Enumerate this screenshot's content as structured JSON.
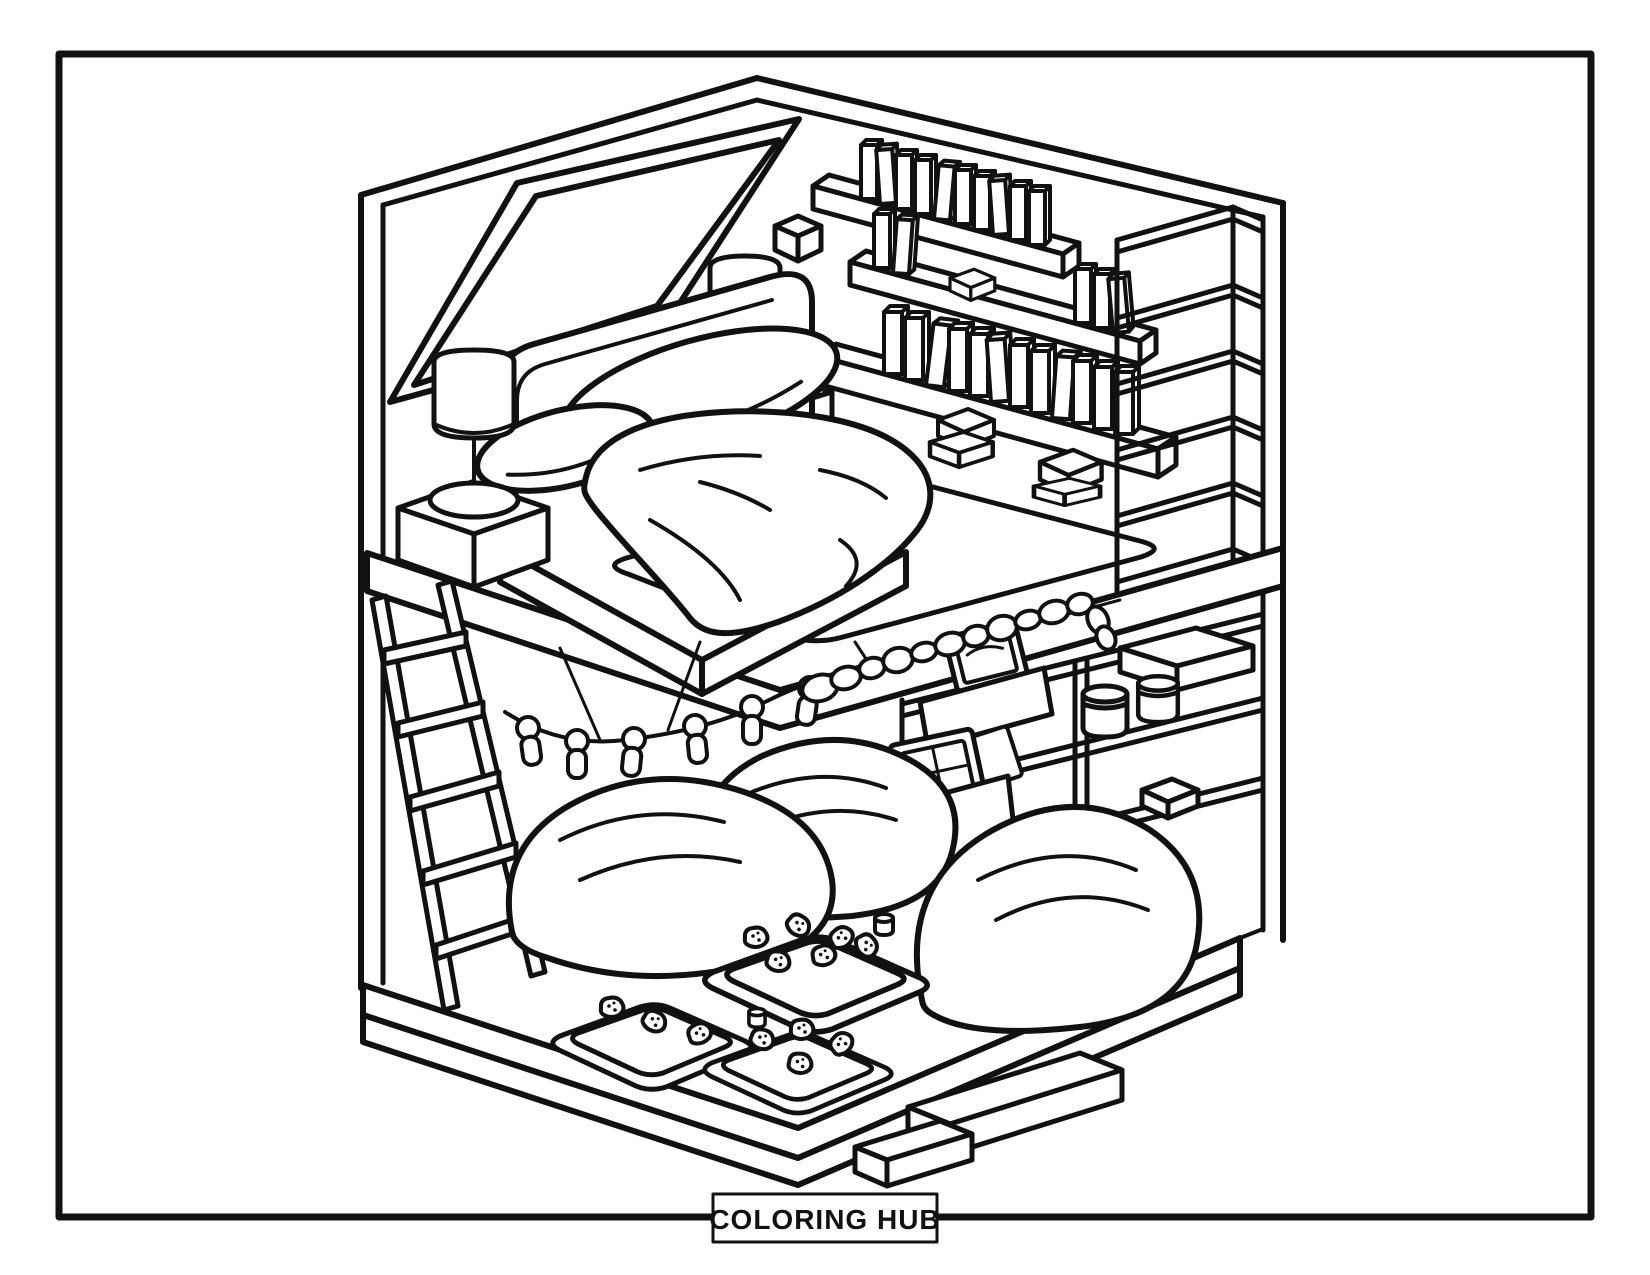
{
  "footer": {
    "brand": "COLORING HUB"
  },
  "colors": {
    "ink": "#111111",
    "paper": "#ffffff"
  },
  "scene": {
    "description": "Black and white isometric coloring page of an attic loft bedroom with skylight window, bookshelves, loft bed, ladder, string lights, bean bag chairs, snack trays and storage cubbies",
    "elements": [
      "skylight-window",
      "bookshelves",
      "books",
      "tall-shelf-unit",
      "loft-bed-platform",
      "bed",
      "pillows",
      "duvet",
      "headboard",
      "nightstands",
      "table-lamps",
      "hanging-cube-decorations",
      "wooden-ladder",
      "string-lights",
      "pebble-garland",
      "bean-bag-chairs",
      "area-rug",
      "snack-trays",
      "cookies",
      "storage-cubbies",
      "storage-jars",
      "storage-boxes",
      "magazine-baskets",
      "picture-frames",
      "floor-platform",
      "steps"
    ]
  }
}
